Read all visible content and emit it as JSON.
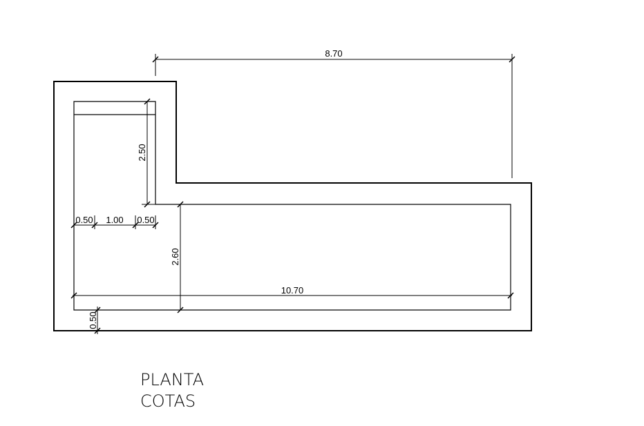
{
  "drawing": {
    "title_line1": "PLANTA",
    "title_line2": "COTAS",
    "line_color": "#000000",
    "background_color": "#ffffff"
  },
  "dimensions": {
    "top_length": "8.70",
    "left_room_height": "2.50",
    "wall_left": "0.50",
    "opening_width": "1.00",
    "wall_right": "0.50",
    "main_room_height": "2.60",
    "total_length": "10.70",
    "wall_bottom": "0.50"
  }
}
